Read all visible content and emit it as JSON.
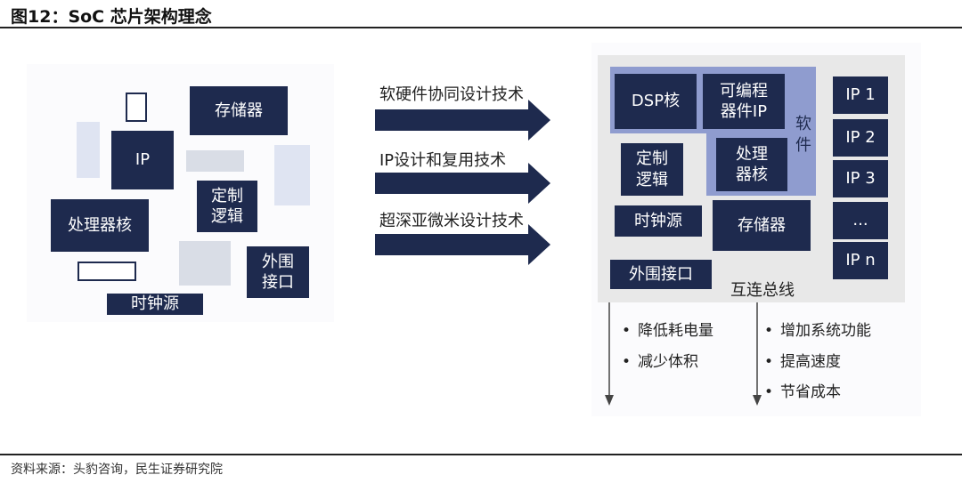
{
  "header": {
    "title": "图12：SoC 芯片架构理念"
  },
  "footer": {
    "source": "资料来源：头豹咨询，民生证券研究院"
  },
  "left_blocks": {
    "memory": "存储器",
    "ip": "IP",
    "custom_logic": "定制\n逻辑",
    "processor_core": "处理器核",
    "peripheral_interface": "外围\n接口",
    "clock_source": "时钟源"
  },
  "arrows": [
    {
      "label": "软硬件协同设计技术"
    },
    {
      "label": "IP设计和复用技术"
    },
    {
      "label": "超深亚微米设计技术"
    }
  ],
  "soc": {
    "dsp_core": "DSP核",
    "programmable_ip": "可编程\n器件IP",
    "software": "软\n件",
    "processor_core": "处理\n器核",
    "custom_logic": "定制\n逻辑",
    "clock_source": "时钟源",
    "memory": "存储器",
    "peripheral_interface": "外围接口",
    "bus": "互连总线",
    "ip_list": [
      "IP 1",
      "IP 2",
      "IP 3",
      "...",
      "IP n"
    ]
  },
  "benefits_left": [
    "降低耗电量",
    "减少体积"
  ],
  "benefits_right": [
    "增加系统功能",
    "提高速度",
    "节省成本"
  ],
  "colors": {
    "navy": "#1e2a4e",
    "software_bg": "#8f9ccf",
    "soc_bg": "#e8e8e8"
  }
}
